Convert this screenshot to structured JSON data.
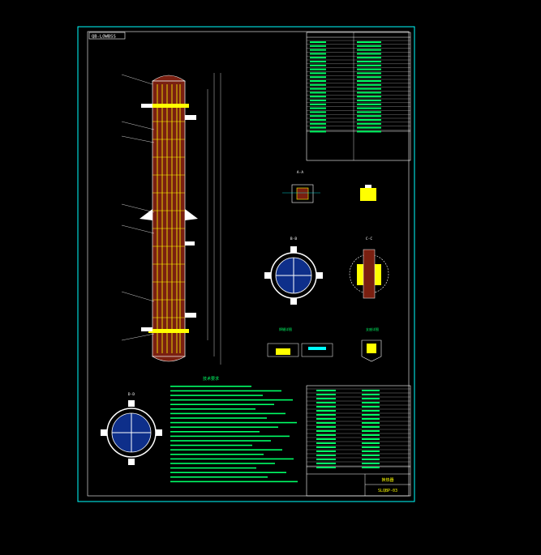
{
  "drawing": {
    "sheet_tag": "QB-LOWBSS",
    "title_block": {
      "label": "换热器",
      "drawing_no": "SLQBP-03"
    },
    "notes_heading": "技术要求",
    "section_labels": {
      "flange_section": "A-A",
      "top_view": "B-B",
      "detail_view": "C-C",
      "bottom_view": "D-D",
      "weld_detail": "焊缝详图",
      "support_detail": "支座详图"
    },
    "colors": {
      "background": "#000000",
      "border": "#00ffff",
      "shell_fill": "#7a1f10",
      "tubes": "#ffff00",
      "notes": "#00ff66",
      "weld_hatch": "#ffff00"
    }
  }
}
